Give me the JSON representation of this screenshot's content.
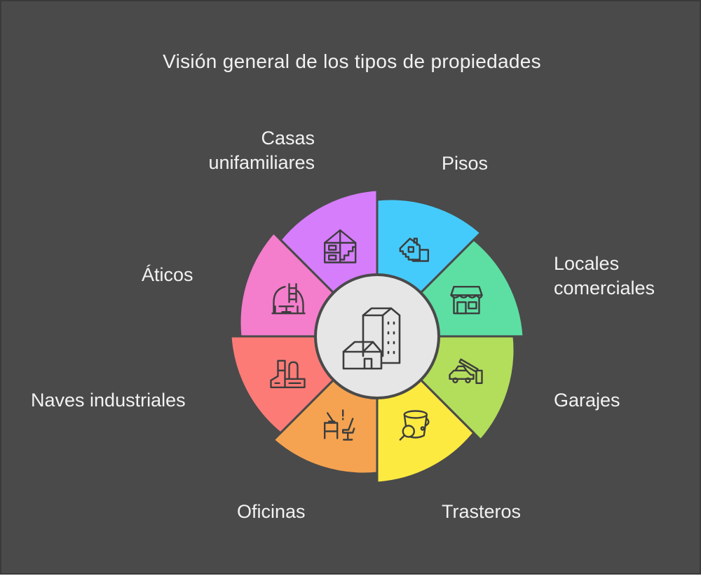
{
  "title": "Visión general de los tipos de propiedades",
  "center": {
    "icon": "buildings-icon",
    "color": "#e6e6e6"
  },
  "segments": [
    {
      "id": "pisos",
      "lines": [
        "Pisos"
      ],
      "color": "#45cbfb",
      "icon": "house-stairs-icon"
    },
    {
      "id": "locales-comerciales",
      "lines": [
        "Locales",
        "comerciales"
      ],
      "color": "#5ddfa3",
      "icon": "shop-icon"
    },
    {
      "id": "garajes",
      "lines": [
        "Garajes"
      ],
      "color": "#b3de5b",
      "icon": "car-barrier-icon"
    },
    {
      "id": "trasteros",
      "lines": [
        "Trasteros"
      ],
      "color": "#fdea41",
      "icon": "bucket-search-icon"
    },
    {
      "id": "oficinas",
      "lines": [
        "Oficinas"
      ],
      "color": "#f5a350",
      "icon": "desk-chair-icon"
    },
    {
      "id": "naves-industriales",
      "lines": [
        "Naves industriales"
      ],
      "color": "#fc7b77",
      "icon": "factory-icon"
    },
    {
      "id": "aticos",
      "lines": [
        "Áticos"
      ],
      "color": "#f47dcc",
      "icon": "attic-icon"
    },
    {
      "id": "casas-unifamiliares",
      "lines": [
        "Casas",
        "unifamiliares"
      ],
      "color": "#d67dfc",
      "icon": "house-floorplan-icon"
    }
  ]
}
